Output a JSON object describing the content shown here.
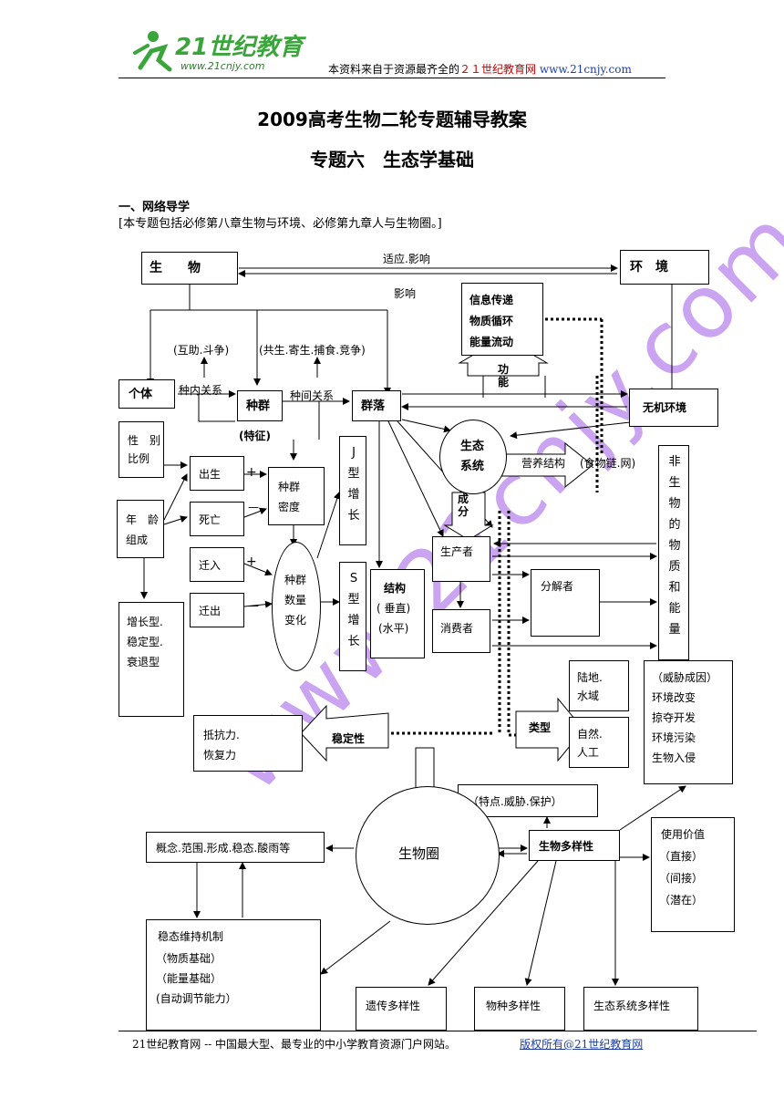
{
  "header": {
    "logo_text": "21世纪教育",
    "logo_url": "www.21cnjy.com",
    "source_prefix": "本资料来自于资源最齐全的",
    "source_site": "２１世纪教育网",
    "source_url": "www.21cnjy.com"
  },
  "title": "2009高考生物二轮专题辅导教案",
  "subtitle": "专题六　生态学基础",
  "section": {
    "heading": "一、网络导学",
    "intro": "[本专题包括必修第八章生物与环境、必修第九章人与生物圈。]"
  },
  "diagram": {
    "organism": "生　　物",
    "environment": "环　境",
    "adapt_influence": "适应.影响",
    "influence": "影响",
    "function_items": [
      "信息传递",
      "物质循环",
      "能量流动"
    ],
    "function_label": "功\n能",
    "mutual": "(互助.斗争)",
    "interspecies_types": "(共生.寄生.捕食.竞争)",
    "individual": "个体",
    "intra_relation": "种内关系",
    "population": "种群",
    "inter_relation": "种间关系",
    "community": "群落",
    "abiotic": "无机环境",
    "feature": "(特征)",
    "ecosystem": "生态\n系统",
    "trophic": "营养结构",
    "food_chain": "(食物链.网)",
    "sex_ratio": "性　别\n比例",
    "age_structure": "年　龄\n组成",
    "birth": "出生",
    "death": "死亡",
    "immigration": "迁入",
    "emigration": "迁出",
    "plus": "+",
    "minus": "—",
    "density": "种群\n密度",
    "j_growth": "J\n型\n增\n长",
    "s_growth": "S\n型\n增\n长",
    "change": "种群\n数量\n变化",
    "components": "成\n分",
    "structure_title": "结构",
    "structure_v": "( 垂直)",
    "structure_h": "(水平)",
    "producer": "生产者",
    "consumer": "消费者",
    "decomposer": "分解者",
    "matter_energy": "非\n生\n物\n的\n物\n质\n和\n能\n量",
    "age_types": "增长型.\n稳定型.\n衰退型",
    "land_water": "陆地.\n水域",
    "natural_artificial": "自然.\n人工",
    "type_label": "类型",
    "threat_title": "（威胁成因）",
    "threats": [
      "环境改变",
      "掠夺开发",
      "环境污染",
      "生物入侵"
    ],
    "resistance": "抵抗力.\n恢复力",
    "stability": "稳定性",
    "features_threat_protect": "（特点.威胁.保护）",
    "biosphere_concepts": "概念.范围.形成.稳态.酸雨等",
    "biosphere": "生物圈",
    "biodiversity": "生物多样性",
    "use_value": "使用价值",
    "use_values": [
      "（直接）",
      "（间接）",
      "（潜在）"
    ],
    "homeostasis_title": "稳态维持机制",
    "homeostasis_items": [
      "（物质基础）",
      "（能量基础）",
      "(自动调节能力）"
    ],
    "genetic_div": "遗传多样性",
    "species_div": "物种多样性",
    "ecosystem_div": "生态系统多样性"
  },
  "watermark": "www.21cnjy.com",
  "footer": {
    "left": "21世纪教育网 -- 中国最大型、最专业的中小学教育资源门户网站。",
    "right": "版权所有@21世纪教育网"
  }
}
